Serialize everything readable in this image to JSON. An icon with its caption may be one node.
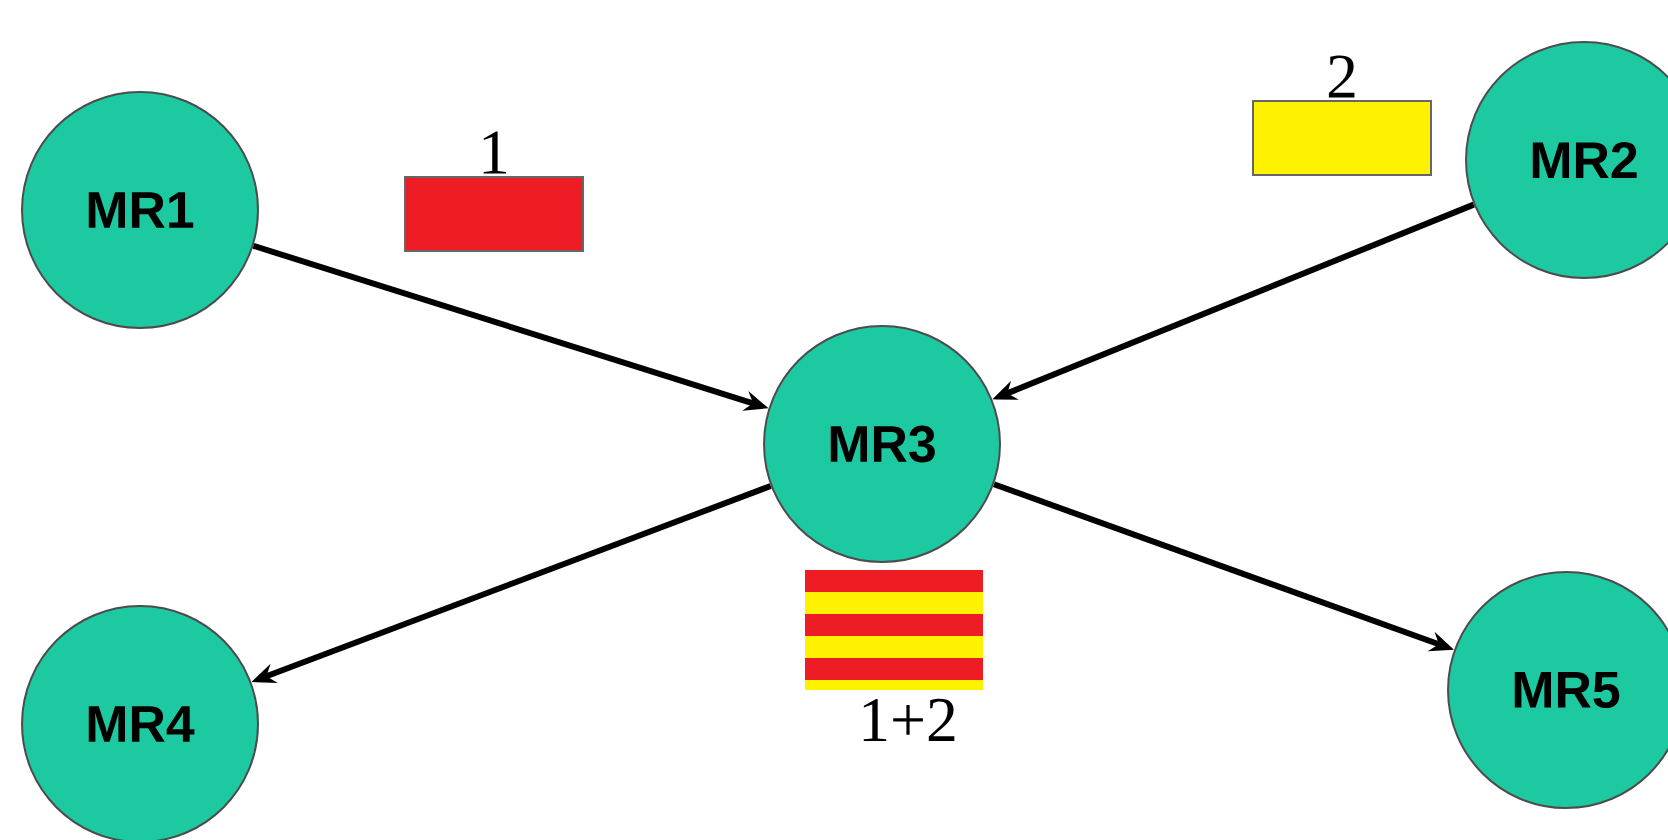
{
  "diagram": {
    "nodes": [
      {
        "text": [
          "MR1"
        ]
      },
      {
        "text": [
          "MR2"
        ]
      },
      {
        "text": [
          "MR3"
        ]
      },
      {
        "text": [
          "MR4"
        ]
      },
      {
        "text": [
          "MR5"
        ]
      },
      {
        "text": [
          "1"
        ]
      },
      {
        "text": [
          "2"
        ]
      },
      {
        "text": [
          "1+2"
        ]
      }
    ],
    "edges": [
      {
        "from": 0,
        "to": 2,
        "arrow": "to"
      },
      {
        "from": 1,
        "to": 2,
        "arrow": "to"
      },
      {
        "from": 2,
        "to": 3,
        "arrow": "to"
      },
      {
        "from": 2,
        "to": 4,
        "arrow": "to"
      }
    ]
  }
}
